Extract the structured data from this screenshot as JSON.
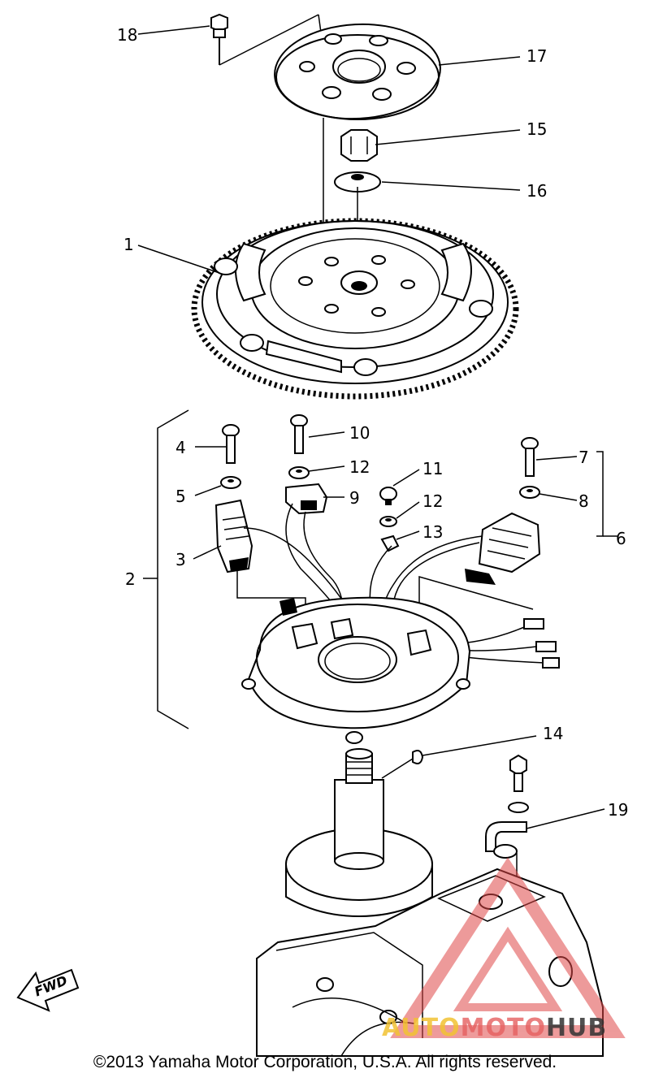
{
  "callouts": {
    "c1": "1",
    "c2": "2",
    "c3": "3",
    "c4": "4",
    "c5": "5",
    "c6": "6",
    "c7": "7",
    "c8": "8",
    "c9": "9",
    "c10": "10",
    "c11": "11",
    "c12a": "12",
    "c12b": "12",
    "c13": "13",
    "c14": "14",
    "c15": "15",
    "c16": "16",
    "c17": "17",
    "c18": "18",
    "c19": "19"
  },
  "fwd_label": "FWD",
  "watermark": {
    "part1": "AUTO",
    "part2": "MOTO",
    "part3": "HUB"
  },
  "copyright": "©2013 Yamaha Motor Corporation, U.S.A. All rights reserved."
}
